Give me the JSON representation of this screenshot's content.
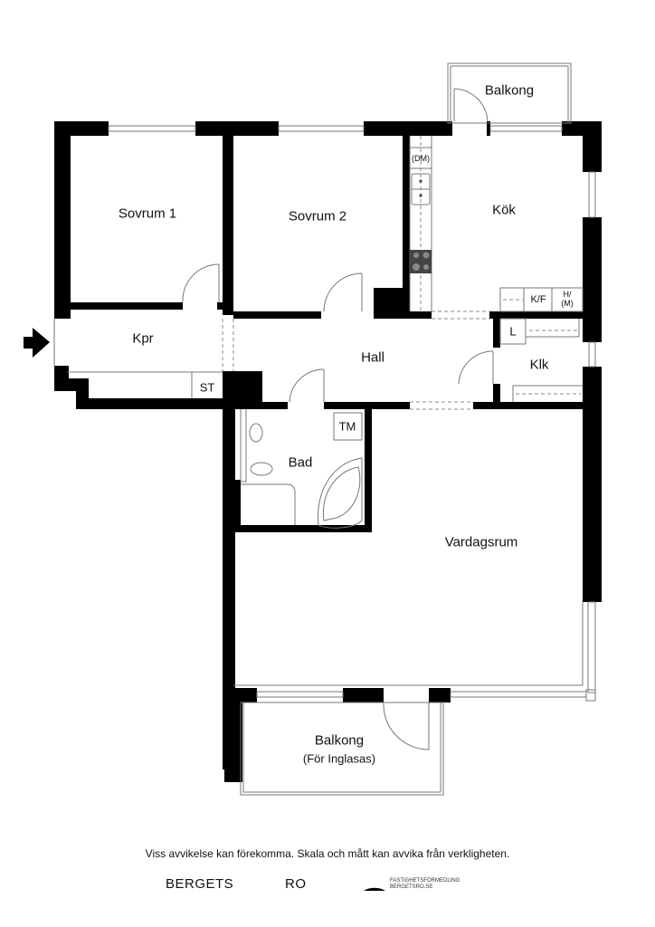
{
  "rooms": {
    "sovrum1": "Sovrum 1",
    "sovrum2": "Sovrum 2",
    "kok": "Kök",
    "balkong_top": "Balkong",
    "kpr": "Kpr",
    "hall": "Hall",
    "klk": "Klk",
    "bad": "Bad",
    "vardagsrum": "Vardagsrum",
    "balkong_bottom": "Balkong",
    "balkong_bottom_note": "(För Inglasas)"
  },
  "fixtures": {
    "st": "ST",
    "tm": "TM",
    "l": "L",
    "dm": "(DM)",
    "kf": "K/F",
    "hm_line1": "H/",
    "hm_line2": "(M)"
  },
  "icons": {
    "entrance": "entrance-arrow-icon",
    "sink": "sink-icon",
    "stove": "stove-icon",
    "toilet": "toilet-icon",
    "bathtub": "bathtub-icon",
    "washbasin": "washbasin-icon"
  },
  "colors": {
    "wall": "#000000",
    "line": "#777777",
    "stove": "#444444"
  },
  "footer": {
    "disclaimer": "Viss avvikelse kan förekomma. Skala och mått kan avvika från verkligheten.",
    "logo_left": "BERGETS",
    "logo_mid": "RO",
    "logo_right_line1": "FASTIGHETSFÖRMEDLING",
    "logo_right_line2": "BERGETSRO.SE"
  }
}
